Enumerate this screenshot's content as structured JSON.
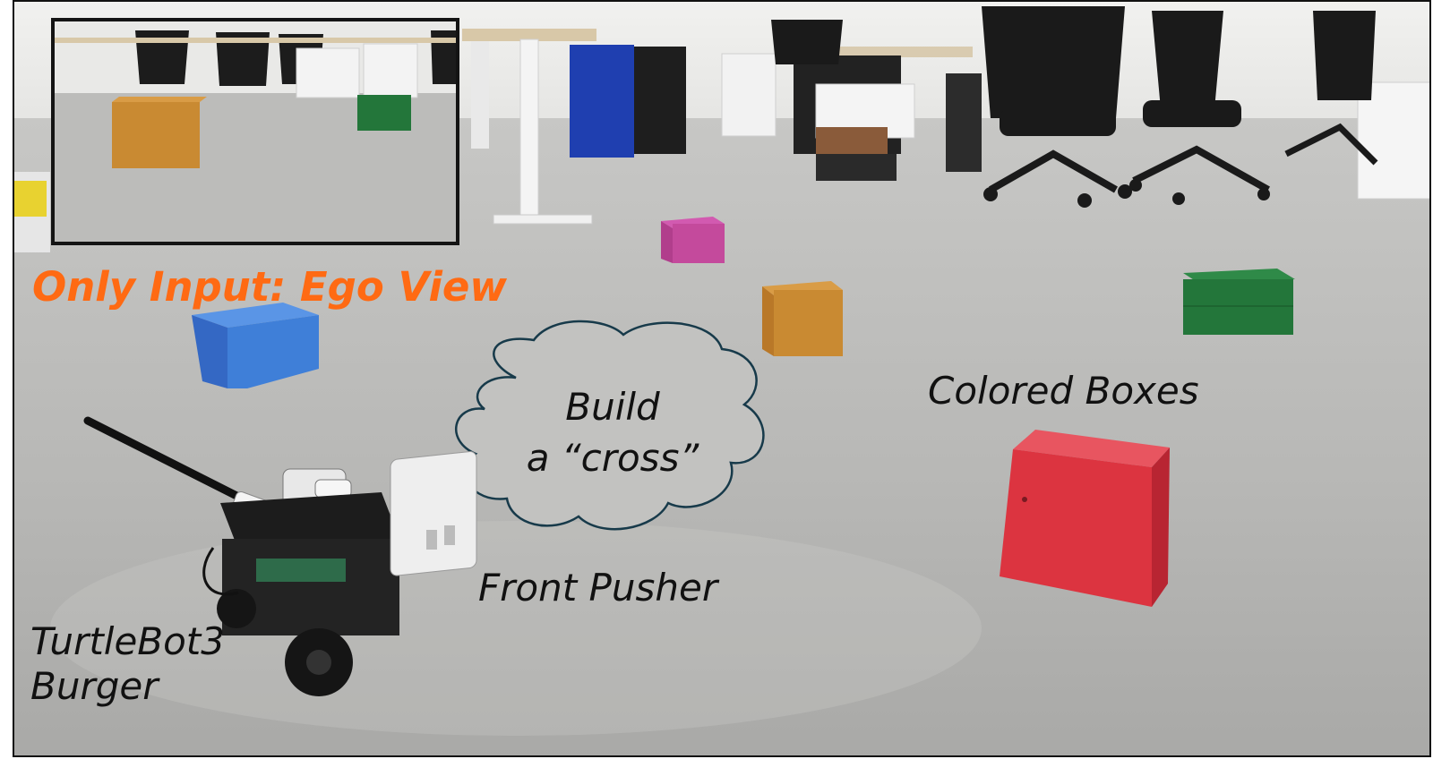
{
  "colors": {
    "headline": "#ff6a13",
    "floor": "#b9b9b7",
    "box_red": "#dc3440",
    "box_blue": "#3f7fd8",
    "box_green": "#23763a",
    "box_orange": "#c98a32",
    "box_magenta": "#c44a9c",
    "bin_blue": "#1f3fb0",
    "cloud_stroke": "#173a4a"
  },
  "overlay": {
    "headline": "Only Input: Ego View",
    "thought_line1": "Build",
    "thought_line2": "a “cross”",
    "label_boxes": "Colored Boxes",
    "label_pusher": "Front Pusher",
    "label_robot_line1": "TurtleBot3",
    "label_robot_line2": "Burger"
  },
  "icons": {
    "thought": "thought-cloud-icon",
    "robot": "robot-icon"
  }
}
